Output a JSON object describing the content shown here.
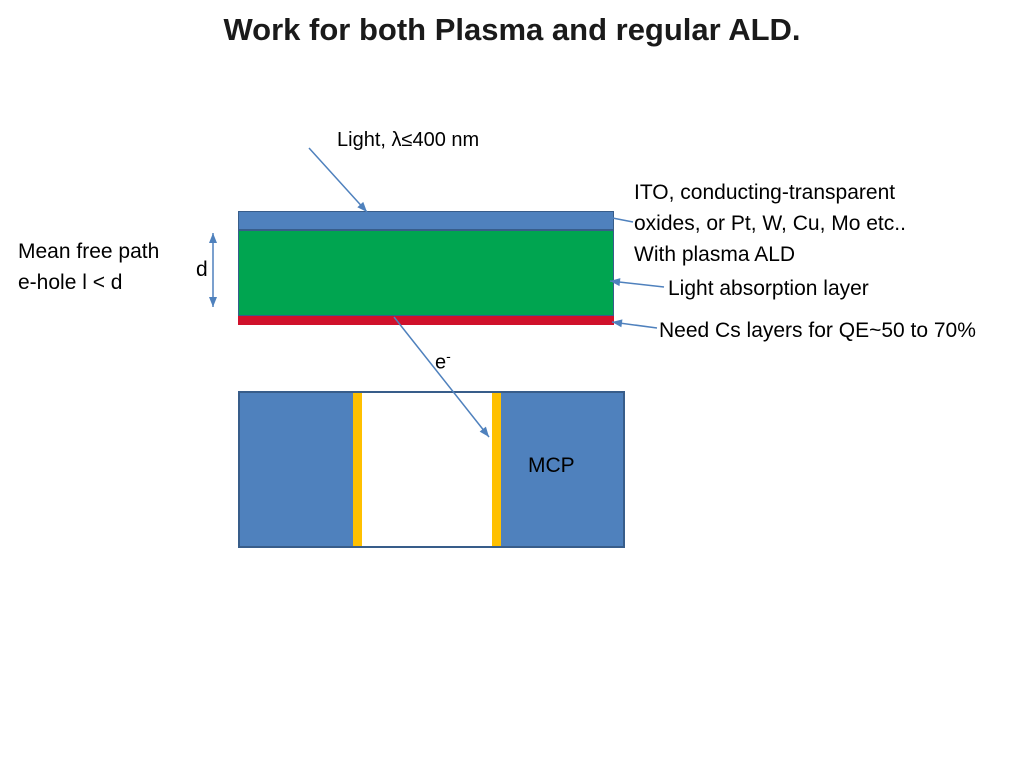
{
  "slide": {
    "title": "Work for both Plasma and regular ALD."
  },
  "diagram": {
    "light_label": "Light, λ≤400 nm",
    "mean_free_path": {
      "line1": "Mean free path",
      "line2": "e-hole l < d"
    },
    "d_label": "d",
    "ito_note": {
      "line1": "ITO, conducting-transparent",
      "line2": "oxides, or Pt, W, Cu, Mo etc..",
      "line3": "With plasma ALD"
    },
    "absorption_label": "Light absorption layer",
    "cs_label": "Need Cs layers for QE~50 to 70%",
    "electron": {
      "base": "e",
      "sup": "-"
    },
    "mcp_label": "MCP"
  },
  "colors": {
    "background": "#FFFFFF",
    "title_text": "#1A1A1A",
    "body_text": "#000000",
    "layer_blue": "#4F81BD",
    "layer_border": "#385D8A",
    "layer_green": "#00A550",
    "layer_red": "#D0112B",
    "stripe_yellow": "#FFC000",
    "arrow_blue": "#4F81BD"
  }
}
